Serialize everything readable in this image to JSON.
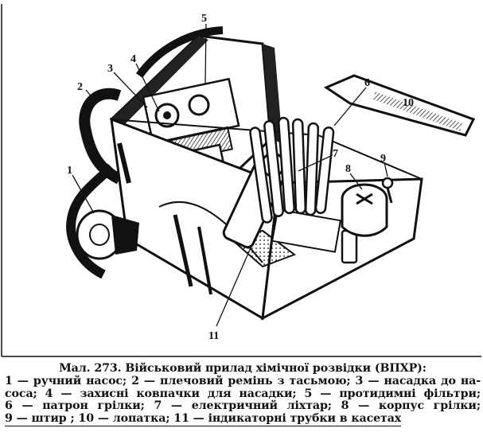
{
  "labels": {
    "n1": "1",
    "n2": "2",
    "n3": "3",
    "n4": "4",
    "n5": "5",
    "n6": "6",
    "n7": "7",
    "n8": "8",
    "n9": "9",
    "n10": "10",
    "n11": "11"
  },
  "caption": {
    "title": "Мал. 273. Військовий прилад хімічної розвідки (ВПХР):",
    "line1": "1 — ручний насос; 2 — плечовий ремінь з тасьмою; 3 — насадка до на-",
    "line2": "соса; 4 — захисні ковпачки для насадки; 5 — протидимні фільтри;",
    "line3": "6 — патрон грілки; 7 — електричний ліхтар; 8 — корпус грілки;",
    "line4": "9 — штир ; 10 — лопатка; 11 — індикаторні трубки в касетах"
  }
}
